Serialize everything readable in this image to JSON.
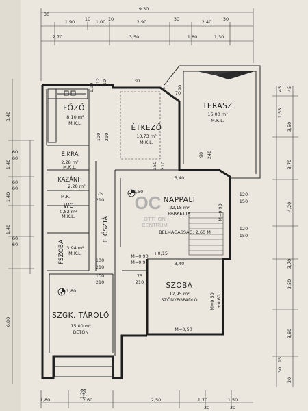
{
  "dims": {
    "top": [
      "9,30",
      "30",
      "1,90",
      "10",
      "1,00",
      "10",
      "2,90",
      "30",
      "2,40",
      "30",
      "2,70",
      "3,50",
      "1,80",
      "1,30"
    ],
    "bottom": [
      "1,80",
      "2,60",
      "2,50",
      "1,70",
      "1,50",
      "30",
      "30"
    ],
    "left": [
      "3,40",
      "1,40",
      "60",
      "60",
      "1,40",
      "60",
      "60",
      "1,40",
      "60",
      "60",
      "6,80"
    ],
    "right": [
      "45",
      "45",
      "1,55",
      "3,50",
      "3,70",
      "4,20",
      "3,70",
      "3,50",
      "3,80",
      "15",
      "30",
      "30"
    ],
    "inner": [
      "12",
      "1,90",
      "10",
      "30",
      "12",
      "70",
      "90",
      "100",
      "210",
      "150",
      "210",
      "90",
      "240",
      "5,40",
      "3,40",
      "120",
      "150",
      "120",
      "150",
      "75",
      "210",
      "100",
      "210",
      "75",
      "210",
      "100",
      "210",
      "M=0,90",
      "M=0,90",
      "M=0,90",
      "M=0,50",
      "M=0,50",
      "+0,60",
      "+0,15",
      "1,50",
      "1,80",
      "1,20",
      "1,50"
    ]
  },
  "rooms": [
    {
      "name": "FŐZŐ",
      "area": "8,10 m²",
      "floor": "M.K.L."
    },
    {
      "name": "ÉTKEZŐ",
      "area": "10,73 m²",
      "floor": "M.K.L."
    },
    {
      "name": "TERASZ",
      "area": "16,00 m²",
      "floor": "M.K.L."
    },
    {
      "name": "E.KRA",
      "area": "2,28 m²",
      "floor": "M.K.L."
    },
    {
      "name": "KAZÁNH",
      "area": "2,28 m²",
      "floor": "M.K."
    },
    {
      "name": "WC",
      "area": "0,82 m²",
      "floor": "M.K.L."
    },
    {
      "name": "FSZOBA",
      "area": "3,94 m²",
      "floor": "M.K.L."
    },
    {
      "name": "NAPPALI",
      "area": "22,18 m²",
      "floor": "PARKETTA"
    },
    {
      "name": "SZOBA",
      "area": "12,95 m²",
      "floor": "SZŐNYEGPADLÓ"
    },
    {
      "name": "SZGK. TÁROLÓ",
      "area": "15,00 m²",
      "floor": "BETON"
    },
    {
      "name": "ELŐSZTÁ",
      "area": "",
      "floor": ""
    }
  ],
  "notes": {
    "ceiling": "BELMAGASSÁG: 2,60 M"
  },
  "watermark": {
    "logo": "OC",
    "line1": "OTTHON",
    "line2": "CENTRUM"
  }
}
